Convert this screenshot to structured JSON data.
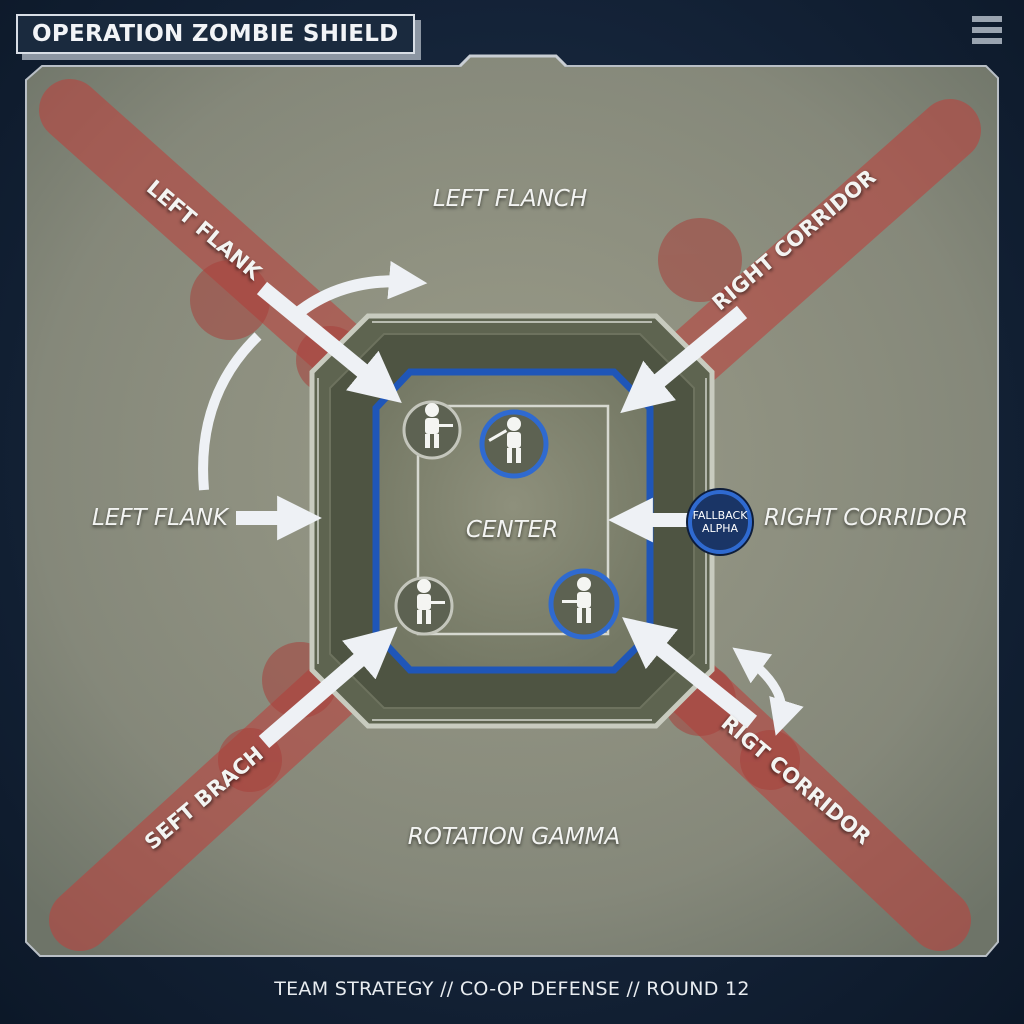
{
  "header": {
    "title": "OPERATION ZOMBIE SHIELD"
  },
  "icons": {
    "menu": "hamburger-menu-icon",
    "soldier": "soldier-icon",
    "arrow": "direction-arrow-icon"
  },
  "map": {
    "zones": {
      "top": "LEFT FLANCH",
      "left": "LEFT FLANK",
      "right": "RIGHT CORRIDOR",
      "center": "CENTER",
      "bottom": "ROTATION GAMMA"
    },
    "lanes": {
      "top_left": "LEFT FLANK",
      "top_right": "RIGHT CORRIDOR",
      "bottom_left": "SEFT BRACH",
      "bottom_right": "RIGT CORRIDOR"
    },
    "fallback": {
      "line1": "FALLBACK",
      "line2": "ALPHA"
    }
  },
  "footer": {
    "text": "TEAM STRATEGY  //  CO-OP DEFENSE  //  ROUND 12"
  },
  "colors": {
    "board": "#8a8c7a",
    "blood": "#b3453f",
    "arrow": "#eef1f5",
    "ring_blue": "#2f6ad0",
    "fortress": "#575d4a"
  }
}
